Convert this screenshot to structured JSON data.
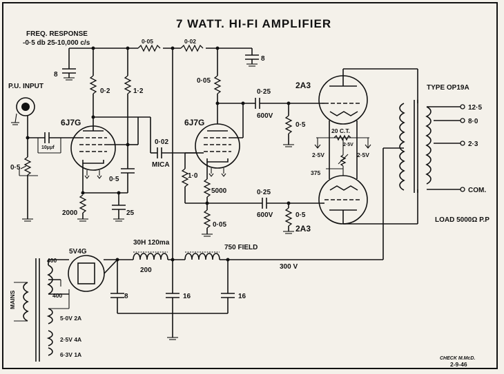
{
  "title": "7 WATT. HI-FI AMPLIFIER",
  "freq_response": {
    "label": "FREQ. RESPONSE",
    "value": "-0·5 db   25-10,000 c/s"
  },
  "input_label": "P.U. INPUT",
  "tubes": {
    "v1": "6J7G",
    "v2": "6J7G",
    "out_top": "2A3",
    "out_bottom": "2A3",
    "rect": "5V4G"
  },
  "resistors": {
    "r_top_0_05": "0·05",
    "r_top_0_02": "0·02",
    "r_plate1": "0·2",
    "r_screen1": "1·2",
    "r_vol": "0·5",
    "r_cath1": "2000",
    "r_plate2": "0·05",
    "r_g2": "1·0",
    "r_cath2": "5000",
    "r_g2_bottom": "0·05",
    "r_grid_top": "0·5",
    "r_grid_bottom": "0·5",
    "r_bias": "375",
    "r_hum": "20 C.T."
  },
  "capacitors": {
    "c_dec1": "8",
    "c_dec2": "8",
    "c_input": "10μμf",
    "c_screen1": "0·5",
    "c_cath1": "25",
    "c_mica": "0·02",
    "c_mica_label": "MICA",
    "c_couple_top": "0·25",
    "c_couple_top_v": "600V",
    "c_couple_bot": "0·25",
    "c_couple_bot_v": "600V",
    "c_filter1": "8",
    "c_filter2": "16",
    "c_filter3": "16"
  },
  "heater_labels": {
    "left": "2·5V",
    "right": "2·5V",
    "center": "2·5V"
  },
  "choke": {
    "label": "30H  120ma",
    "resistance": "200"
  },
  "field": "750 FIELD",
  "b_plus": "300 V",
  "transformer": {
    "type": "TYPE  OP19A",
    "taps": [
      "12·5",
      "8·0",
      "2·3",
      "COM."
    ],
    "load": "LOAD 5000Ω P.P"
  },
  "mains": {
    "label": "MAINS",
    "hv_top": "400",
    "hv_bot": "400",
    "windings": [
      "5·0V  2A",
      "2·5V  4A",
      "6·3V  1A"
    ]
  },
  "checked": {
    "label": "CHECK  M.McD.",
    "date": "2-9-46"
  }
}
